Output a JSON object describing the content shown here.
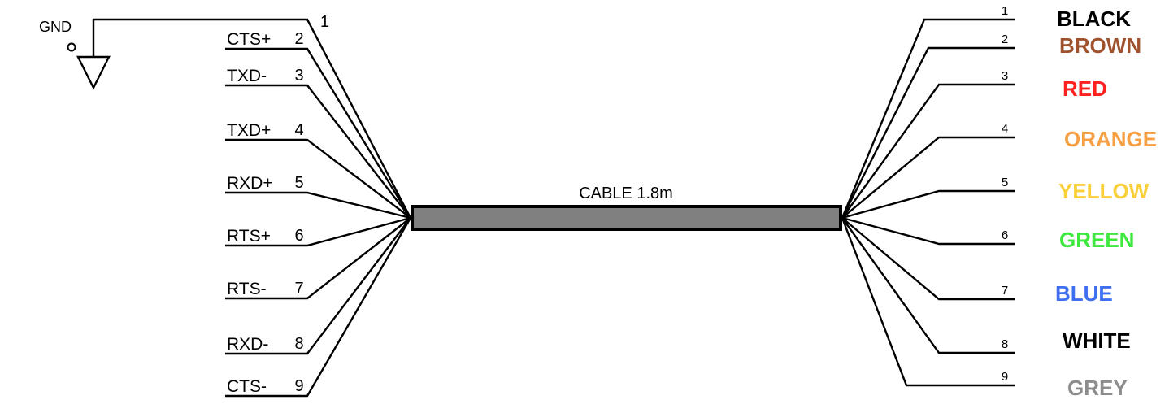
{
  "ground": {
    "label": "GND",
    "pin": "1"
  },
  "cable": {
    "label": "CABLE 1.8m",
    "fill_color": "#808080"
  },
  "left_pins": [
    {
      "signal": "CTS+",
      "pin": "2"
    },
    {
      "signal": "TXD-",
      "pin": "3"
    },
    {
      "signal": "TXD+",
      "pin": "4"
    },
    {
      "signal": "RXD+",
      "pin": "5"
    },
    {
      "signal": "RTS+",
      "pin": "6"
    },
    {
      "signal": "RTS-",
      "pin": "7"
    },
    {
      "signal": "RXD-",
      "pin": "8"
    },
    {
      "signal": "CTS-",
      "pin": "9"
    }
  ],
  "right_pins": [
    {
      "pin": "1",
      "color_name": "BLACK",
      "color": "#000000"
    },
    {
      "pin": "2",
      "color_name": "BROWN",
      "color": "#A0522D"
    },
    {
      "pin": "3",
      "color_name": "RED",
      "color": "#FF2020"
    },
    {
      "pin": "4",
      "color_name": "ORANGE",
      "color": "#F7A043"
    },
    {
      "pin": "5",
      "color_name": "YELLOW",
      "color": "#F9CF3A"
    },
    {
      "pin": "6",
      "color_name": "GREEN",
      "color": "#3FE83F"
    },
    {
      "pin": "7",
      "color_name": "BLUE",
      "color": "#3E6FF0"
    },
    {
      "pin": "8",
      "color_name": "WHITE",
      "color": "#000000"
    },
    {
      "pin": "9",
      "color_name": "GREY",
      "color": "#8C8C8C"
    }
  ]
}
